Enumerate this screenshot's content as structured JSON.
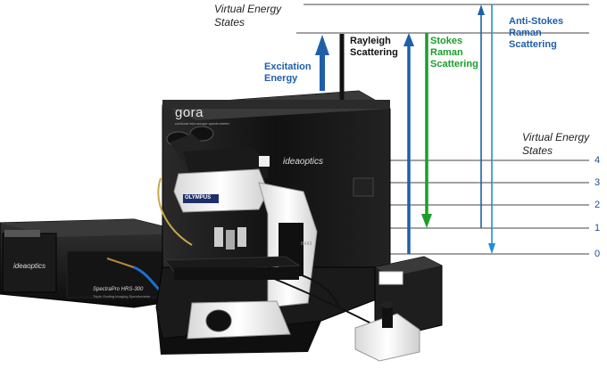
{
  "labels": {
    "virtual_top": "Virtual Energy States",
    "virtual_right": "Virtual Energy States",
    "excitation": "Excitation Energy",
    "rayleigh": "Rayleigh Scattering",
    "stokes": "Stokes Raman Scattering",
    "anti_stokes": "Anti-Stokes Raman Scattering"
  },
  "levels": [
    "0",
    "1",
    "2",
    "3",
    "4"
  ],
  "brands": {
    "gora": "gora",
    "gora_sub": "confocal microscope spectrometer",
    "ideaoptics_case": "ideaoptics",
    "ideaoptics_spec": "ideaoptics",
    "olympus": "OLYMPUS",
    "spectrapro": "SpectraPro HRS-300",
    "spectrapro_sub": "Triple Grating Imaging Spectrometer",
    "model": "BX43"
  },
  "colors": {
    "excitation": "#1f5fa8",
    "rayleigh": "#111111",
    "stokes": "#1a9e2a",
    "anti_stokes": "#1e8fd6",
    "level_line": "#444444",
    "label_blue": "#1f5fa8",
    "label_green": "#1a9e2a"
  }
}
